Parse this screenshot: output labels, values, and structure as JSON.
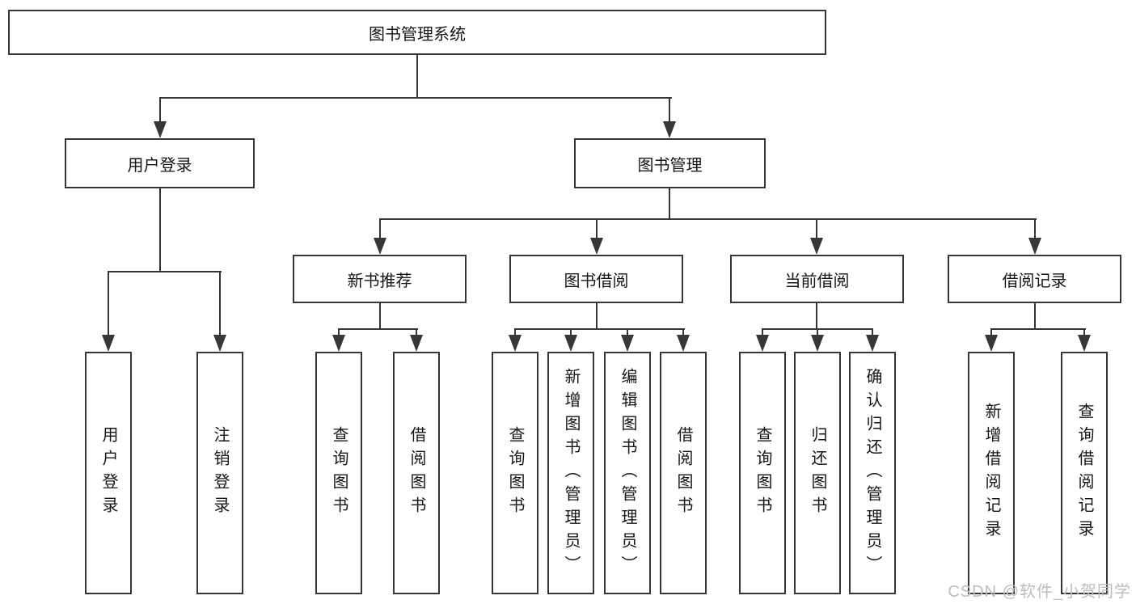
{
  "tree": {
    "root": {
      "label": "图书管理系统",
      "children": [
        {
          "label": "用户登录",
          "children": [
            {
              "label": "用户登录"
            },
            {
              "label": "注销登录"
            }
          ]
        },
        {
          "label": "图书管理",
          "children": [
            {
              "label": "新书推荐",
              "children": [
                {
                  "label": "查询图书"
                },
                {
                  "label": "借阅图书"
                }
              ]
            },
            {
              "label": "图书借阅",
              "children": [
                {
                  "label": "查询图书"
                },
                {
                  "label": "新增图书（管理员）"
                },
                {
                  "label": "编辑图书（管理员）"
                },
                {
                  "label": "借阅图书"
                }
              ]
            },
            {
              "label": "当前借阅",
              "children": [
                {
                  "label": "查询图书"
                },
                {
                  "label": "归还图书"
                },
                {
                  "label": "确认归还（管理员）"
                }
              ]
            },
            {
              "label": "借阅记录",
              "children": [
                {
                  "label": "新增借阅记录"
                },
                {
                  "label": "查询借阅记录"
                }
              ]
            }
          ]
        }
      ]
    }
  },
  "watermark": {
    "text": "CSDN @软件_小贺同学"
  },
  "colors": {
    "line": "#373737",
    "text": "#161616",
    "box_background": "#ffffff",
    "watermark": "#bdbdbd",
    "background": "#ffffff"
  }
}
